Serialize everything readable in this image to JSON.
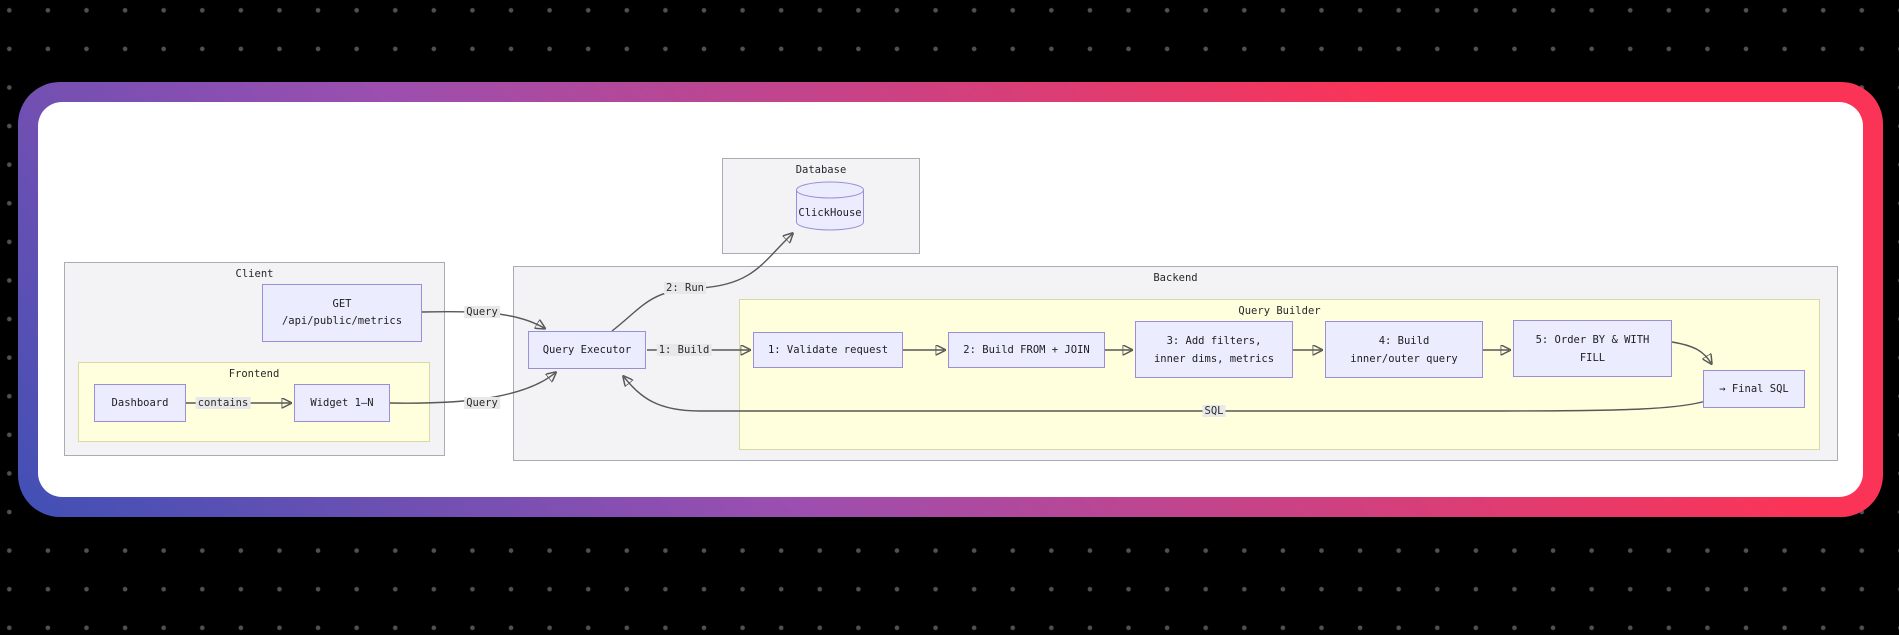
{
  "diagram": {
    "clusters": {
      "database": {
        "label": "Database"
      },
      "client": {
        "label": "Client"
      },
      "frontend": {
        "label": "Frontend"
      },
      "backend": {
        "label": "Backend"
      },
      "query_builder": {
        "label": "Query Builder"
      }
    },
    "nodes": {
      "clickhouse": {
        "label": "ClickHouse"
      },
      "get_api": {
        "line1": "GET",
        "line2": "/api/public/metrics"
      },
      "dashboard": {
        "label": "Dashboard"
      },
      "widget": {
        "label": "Widget 1–N"
      },
      "query_executor": {
        "label": "Query Executor"
      },
      "step1": {
        "label": "1: Validate request"
      },
      "step2": {
        "label": "2: Build FROM + JOIN"
      },
      "step3": {
        "line1": "3: Add filters,",
        "line2": "inner dims, metrics"
      },
      "step4": {
        "line1": "4: Build",
        "line2": "inner/outer query"
      },
      "step5": {
        "line1": "5: Order BY & WITH",
        "line2": "FILL"
      },
      "final_sql": {
        "label": "→ Final SQL"
      }
    },
    "edge_labels": {
      "query_get": "Query",
      "query_widget": "Query",
      "contains": "contains",
      "run": "2: Run",
      "build": "1: Build",
      "sql": "SQL"
    },
    "colors": {
      "background": "#000000",
      "card_gradient_start": "#4050b5",
      "card_gradient_mid": "#9b4fb0",
      "card_gradient_end": "#fb3457",
      "node_fill": "#ECECFF",
      "node_border": "#9a8fd6",
      "cluster_fill": "#f3f3f6",
      "cluster_yellow_fill": "#ffffde",
      "edge_stroke": "#575757",
      "edge_label_bg": "#e8e8e8"
    }
  }
}
